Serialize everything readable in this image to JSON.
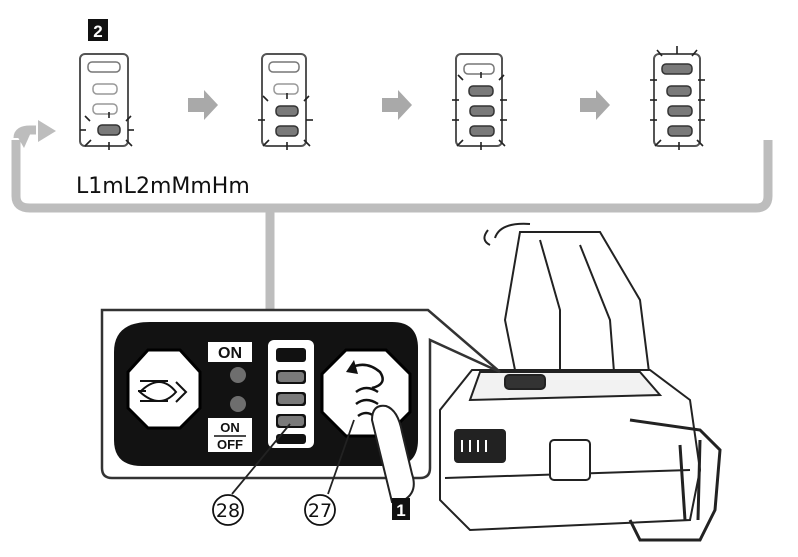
{
  "step_top_label": "2",
  "step_bottom_label": "1",
  "mode_sequence": "L1mL2mMmHm",
  "panel": {
    "on_label": "ON",
    "on_off_label_top": "ON",
    "on_off_label_bottom": "OFF"
  },
  "callouts": {
    "indicator": "28",
    "mode_button": "27"
  },
  "colors": {
    "frame": "#bdbdbd",
    "arrow": "#a9a9a9",
    "panel_bg": "#121212",
    "led": "#7a7a7a"
  }
}
